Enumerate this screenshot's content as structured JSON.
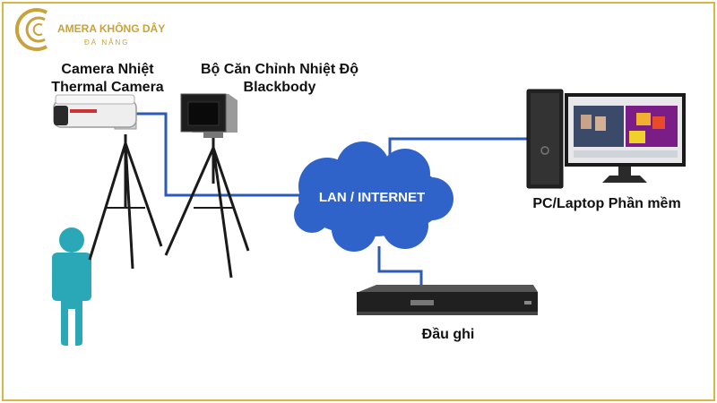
{
  "logo": {
    "title": "AMERA KHÔNG DÂY",
    "subtitle": "ĐÀ NẴNG"
  },
  "nodes": {
    "thermal_camera": {
      "line1": "Camera Nhiệt",
      "line2": "Thermal Camera"
    },
    "blackbody": {
      "line1": "Bộ Căn Chỉnh Nhiệt Độ",
      "line2": "Blackbody"
    },
    "network": {
      "label": "LAN / INTERNET"
    },
    "pc": {
      "label": "PC/Laptop Phần mềm"
    },
    "recorder": {
      "label": "Đầu ghi"
    }
  },
  "colors": {
    "frame": "#d9b64a",
    "cloud": "#2f63c9",
    "link": "#2b5bb8",
    "person": "#2aa8b8"
  }
}
